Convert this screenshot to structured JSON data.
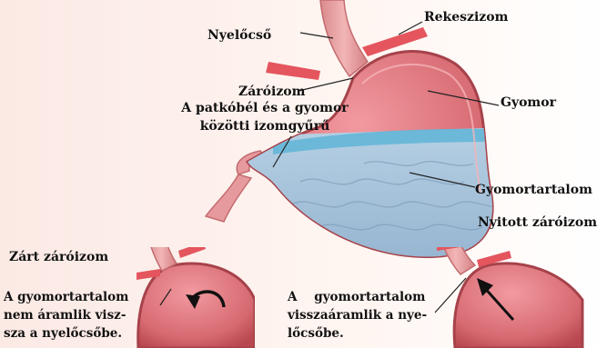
{
  "labels": {
    "esophagus": "Nyelőcső",
    "diaphragm": "Rekeszizom",
    "sphincter": "Záróizom",
    "sphincter_desc": [
      "A patkóbél és a gyomor",
      "közötti izomgyűrű"
    ],
    "stomach": "Gyomor",
    "contents": "Gyomortartalom",
    "open_sphincter": "Nyitott záróizom",
    "closed_sphincter": "Zárt záróizom",
    "closed_caption": [
      "A gyomortartalom",
      "nem áramlik visz-",
      "sza a nyelőcsőbe."
    ],
    "open_caption": [
      "A    gyomortartalom",
      "visszaáramlik a nye-",
      "lőcsőbe."
    ]
  },
  "colors": {
    "stomach_wall": "#c9585e",
    "stomach_inner": "#e0848a",
    "contents": "#a9c6dc",
    "contents_surface": "#5fb4d6",
    "diaphragm": "#e4555e",
    "esophagus": "#e8a2a4"
  }
}
